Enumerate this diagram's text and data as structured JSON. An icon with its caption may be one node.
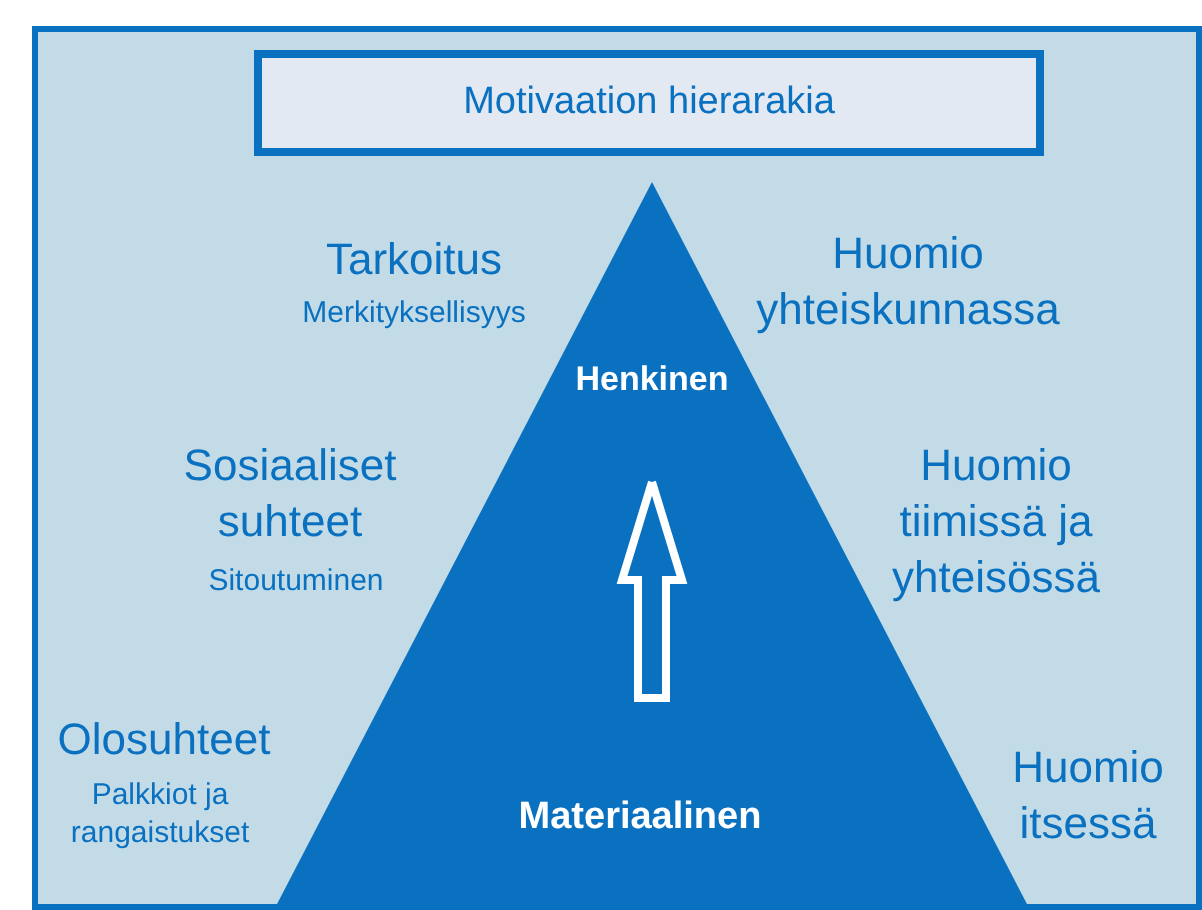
{
  "diagram": {
    "nodes": [
      {
        "text": [
          "Motivaation hierarakia"
        ]
      },
      {
        "text": [
          "Henkinen",
          "Materiaalinen"
        ]
      }
    ],
    "labels": [
      "Tarkoitus",
      "Merkityksellisyys",
      "Huomio yhteiskunnassa",
      "Sosiaaliset suhteet",
      "Sitoutuminen",
      "Huomio tiimissä ja yhteisössä",
      "Olosuhteet",
      "Palkkiot ja rangaistukset",
      "Huomio itsessä"
    ]
  }
}
